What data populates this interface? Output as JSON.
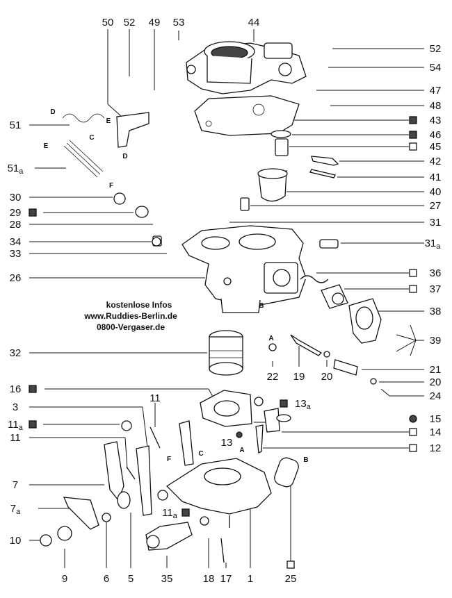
{
  "info": {
    "line1": "kostenlose Infos",
    "line2": "www.Ruddies-Berlin.de",
    "line3": "0800-Vergaser.de"
  },
  "callouts": [
    {
      "id": "c50",
      "text": "50"
    },
    {
      "id": "c52a",
      "text": "52"
    },
    {
      "id": "c49",
      "text": "49"
    },
    {
      "id": "c53",
      "text": "53"
    },
    {
      "id": "c44",
      "text": "44"
    },
    {
      "id": "c52b",
      "text": "52"
    },
    {
      "id": "c54",
      "text": "54"
    },
    {
      "id": "c47",
      "text": "47"
    },
    {
      "id": "c48",
      "text": "48"
    },
    {
      "id": "c43",
      "text": "43"
    },
    {
      "id": "c46",
      "text": "46"
    },
    {
      "id": "c45",
      "text": "45"
    },
    {
      "id": "c42",
      "text": "42"
    },
    {
      "id": "c41",
      "text": "41"
    },
    {
      "id": "c40",
      "text": "40"
    },
    {
      "id": "c27",
      "text": "27"
    },
    {
      "id": "c31",
      "text": "31"
    },
    {
      "id": "c31a",
      "text": "31",
      "sub": "a"
    },
    {
      "id": "c36",
      "text": "36"
    },
    {
      "id": "c37",
      "text": "37"
    },
    {
      "id": "c38",
      "text": "38"
    },
    {
      "id": "c39",
      "text": "39"
    },
    {
      "id": "c21",
      "text": "21"
    },
    {
      "id": "c20r",
      "text": "20"
    },
    {
      "id": "c24",
      "text": "24"
    },
    {
      "id": "c51",
      "text": "51"
    },
    {
      "id": "c51a",
      "text": "51",
      "sub": "a"
    },
    {
      "id": "c30",
      "text": "30"
    },
    {
      "id": "c29",
      "text": "29"
    },
    {
      "id": "c28",
      "text": "28"
    },
    {
      "id": "c34",
      "text": "34"
    },
    {
      "id": "c33",
      "text": "33"
    },
    {
      "id": "c26",
      "text": "26"
    },
    {
      "id": "c32",
      "text": "32"
    },
    {
      "id": "c22",
      "text": "22"
    },
    {
      "id": "c19",
      "text": "19"
    },
    {
      "id": "c20",
      "text": "20"
    },
    {
      "id": "c16",
      "text": "16"
    },
    {
      "id": "c13a",
      "text": "13",
      "sub": "a"
    },
    {
      "id": "c15",
      "text": "15"
    },
    {
      "id": "c14",
      "text": "14"
    },
    {
      "id": "c13",
      "text": "13"
    },
    {
      "id": "c12",
      "text": "12"
    },
    {
      "id": "c3",
      "text": "3"
    },
    {
      "id": "c11t",
      "text": "11"
    },
    {
      "id": "c11a1",
      "text": "11",
      "sub": "a"
    },
    {
      "id": "c11l",
      "text": "11"
    },
    {
      "id": "c7",
      "text": "7"
    },
    {
      "id": "c7a",
      "text": "7",
      "sub": "a"
    },
    {
      "id": "c11a2",
      "text": "11",
      "sub": "a"
    },
    {
      "id": "c10",
      "text": "10"
    },
    {
      "id": "c9",
      "text": "9"
    },
    {
      "id": "c6",
      "text": "6"
    },
    {
      "id": "c5",
      "text": "5"
    },
    {
      "id": "c35",
      "text": "35"
    },
    {
      "id": "c18",
      "text": "18"
    },
    {
      "id": "c17",
      "text": "17"
    },
    {
      "id": "c1",
      "text": "1"
    },
    {
      "id": "c25",
      "text": "25"
    }
  ],
  "letters": [
    {
      "id": "l1",
      "text": "D"
    },
    {
      "id": "l2",
      "text": "E"
    },
    {
      "id": "l3",
      "text": "C"
    },
    {
      "id": "l4",
      "text": "D"
    },
    {
      "id": "l5",
      "text": "E"
    },
    {
      "id": "l6",
      "text": "F"
    },
    {
      "id": "l7",
      "text": "B"
    },
    {
      "id": "l8",
      "text": "A"
    },
    {
      "id": "l9",
      "text": "F"
    },
    {
      "id": "l10",
      "text": "C"
    },
    {
      "id": "l11",
      "text": "A"
    },
    {
      "id": "l12",
      "text": "B"
    }
  ]
}
